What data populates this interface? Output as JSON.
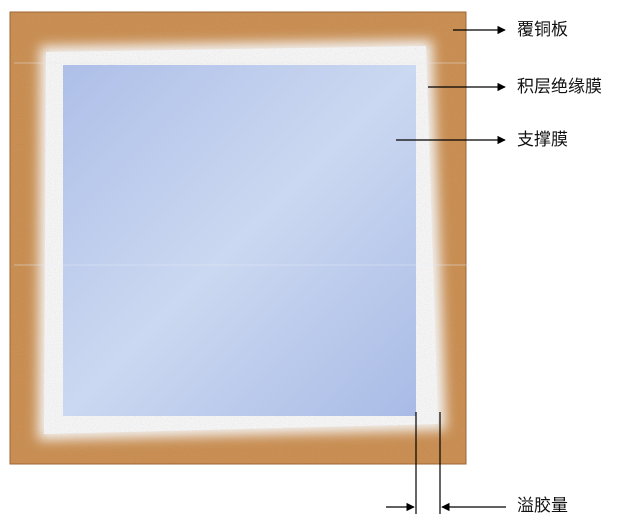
{
  "labels": {
    "copper_clad": "覆铜板",
    "buildup_film": "积层绝缘膜",
    "support_film": "支撑膜",
    "overflow": "溢胶量"
  },
  "colors": {
    "copper": "#c98a4e",
    "film": "#f4f4f4",
    "support": "#c4d3ef",
    "line": "#000000"
  }
}
